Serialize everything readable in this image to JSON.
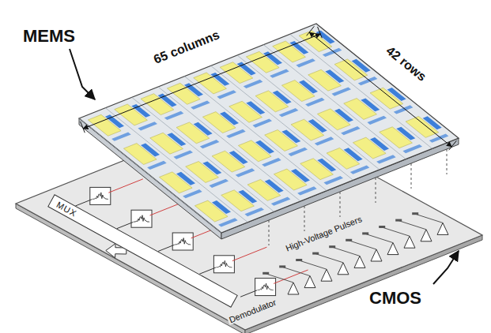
{
  "diagram": {
    "nodes": [
      {
        "text": [
          "MUX"
        ]
      }
    ],
    "labels": [
      "MEMS",
      "65 columns",
      "42 rows",
      "CMOS",
      "Demodulator",
      "High-Voltage Pulsers"
    ]
  }
}
